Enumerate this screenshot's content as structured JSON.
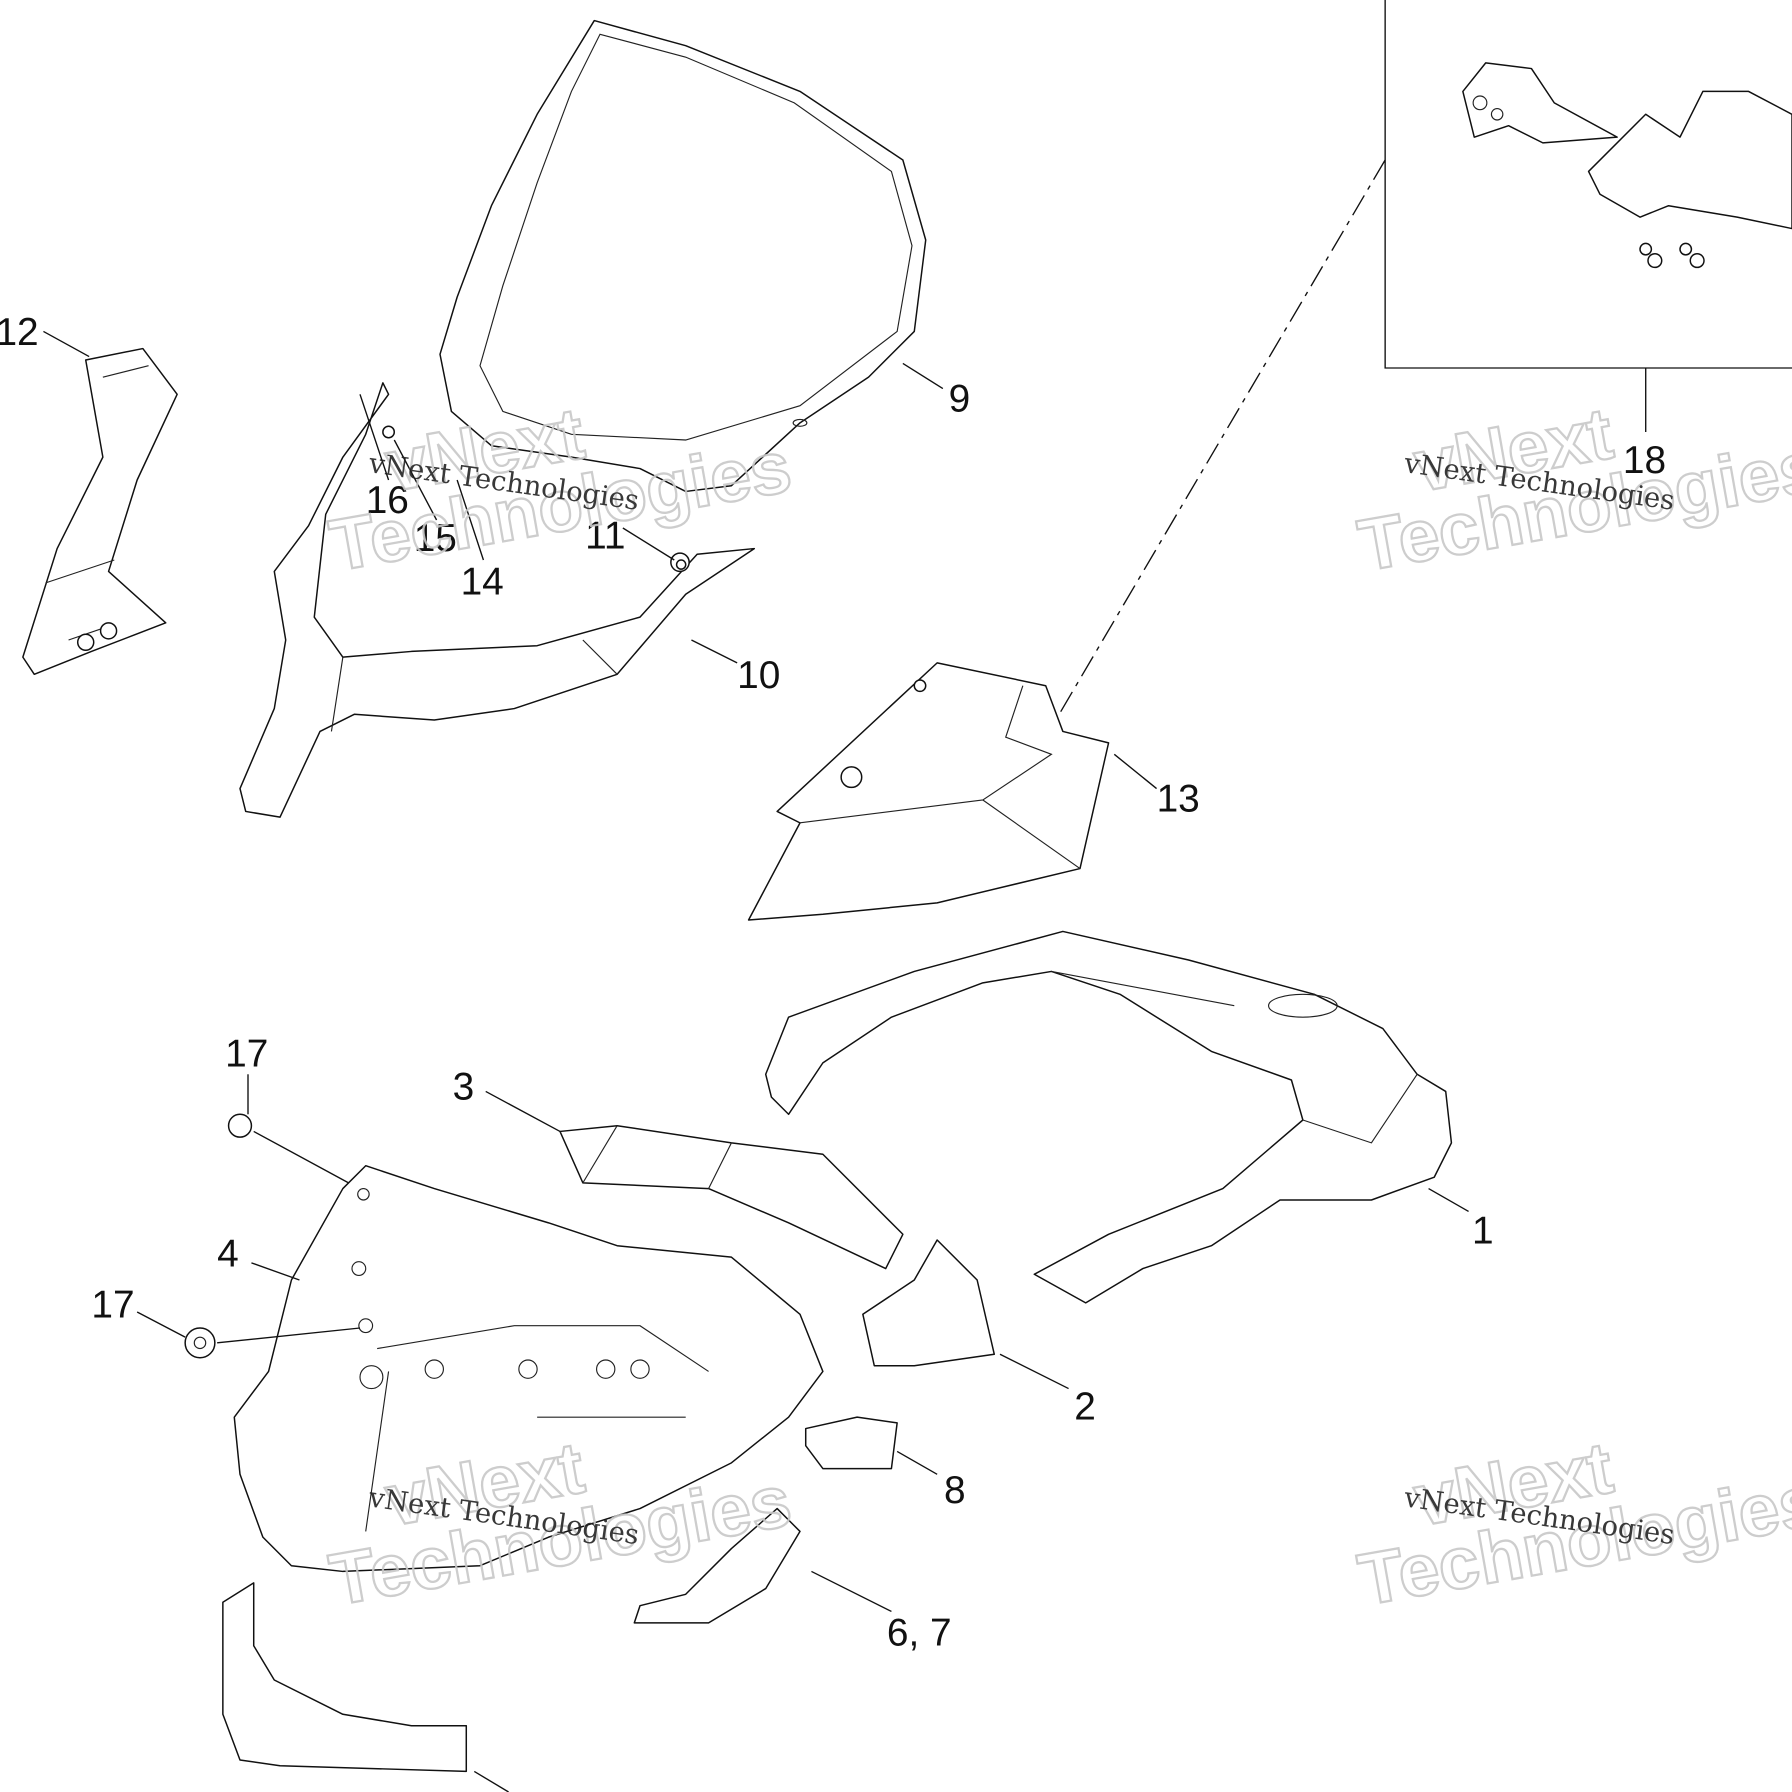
{
  "diagram": {
    "callouts": [
      "1",
      "2",
      "3",
      "4",
      "6, 7",
      "8",
      "9",
      "10",
      "11",
      "12",
      "13",
      "14",
      "15",
      "16",
      "17",
      "17",
      "18"
    ],
    "watermark_small": "vNext Technologies",
    "watermark_big_line1": "vNext",
    "watermark_big_line2": "Technologies"
  }
}
